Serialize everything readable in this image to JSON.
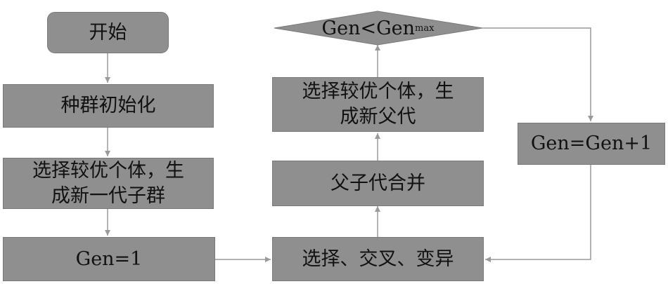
{
  "nodes": {
    "start": "开始",
    "init": "种群初始化",
    "select_sub_line1": "选择较优个体，生",
    "select_sub_line2": "成新一代子群",
    "gen_init": "Gen=1",
    "ops": "选择、交叉、变异",
    "merge": "父子代合并",
    "select_parent_line1": "选择较优个体，生",
    "select_parent_line2": "成新父代",
    "gen_inc": "Gen=Gen+1",
    "condition_main": "Gen<Gen",
    "condition_sub": "max"
  },
  "colors": {
    "box_fill": "#8f8f8f",
    "arrow": "#9a9a9a"
  }
}
